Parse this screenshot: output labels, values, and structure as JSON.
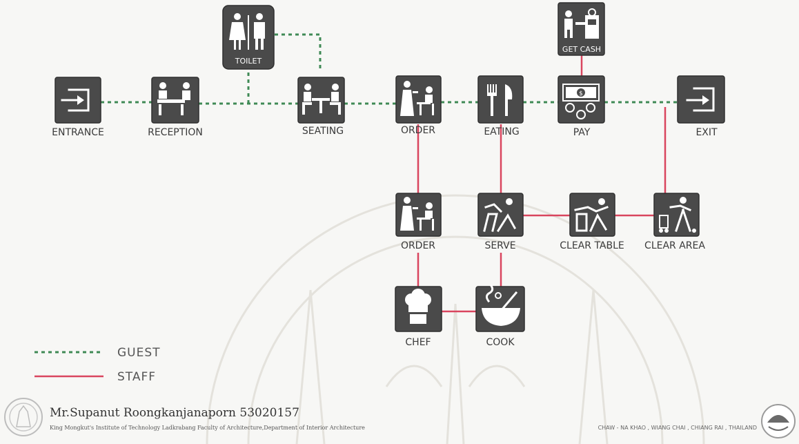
{
  "nodes": {
    "entrance": "ENTRANCE",
    "reception": "RECEPTION",
    "toilet": "TOILET",
    "seating": "SEATING",
    "order_guest": "ORDER",
    "eating": "EATING",
    "get_cash": "GET CASH",
    "pay": "PAY",
    "exit": "EXIT",
    "order_staff": "ORDER",
    "serve": "SERVE",
    "clear_table": "CLEAR TABLE",
    "clear_area": "CLEAR AREA",
    "chef": "CHEF",
    "cook": "COOK"
  },
  "legend": {
    "guest": "GUEST",
    "staff": "STAFF"
  },
  "colors": {
    "guest": "#3f8a55",
    "staff": "#d9455e",
    "box": "#4a4a4a"
  },
  "footer": {
    "author": "Mr.Supanut Roongkanjanaporn 53020157",
    "institution": "King Mongkut's Institute of Technology Ladkrabang Faculty of Architecture,Department of Interior Architecture",
    "location": "CHAW - NA KHAO , WIANG CHAI , CHIANG RAI , THAILAND"
  }
}
